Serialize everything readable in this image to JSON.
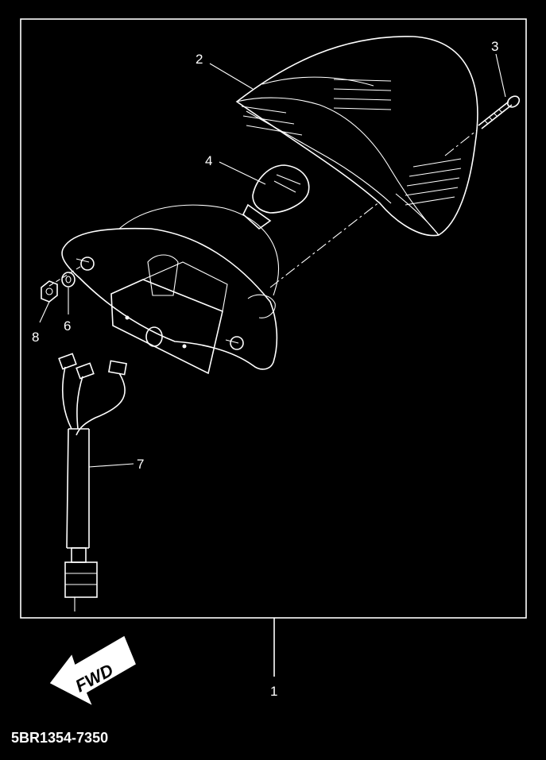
{
  "diagram": {
    "callouts": {
      "assembly": "1",
      "lens": "2",
      "screw": "3",
      "bulb": "4",
      "washer": "6",
      "harness": "7",
      "nut": "8"
    },
    "direction_label": "FWD",
    "part_code": "5BR1354-7350"
  },
  "colors": {
    "background": "#000000",
    "line": "#ffffff"
  },
  "icons": [
    "fwd-arrow-icon"
  ]
}
